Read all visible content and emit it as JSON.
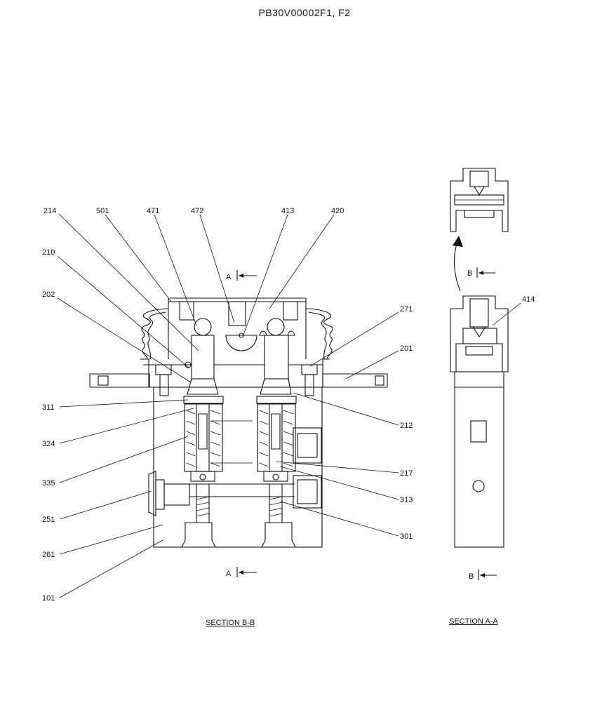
{
  "title": "PB30V00002F1, F2",
  "section_bb": "SECTION  B-B",
  "section_aa": "SECTION  A-A",
  "cut_a": "A",
  "cut_b": "B",
  "labels": {
    "p214": "214",
    "p501": "501",
    "p471": "471",
    "p472": "472",
    "p413": "413",
    "p420": "420",
    "p210": "210",
    "p202": "202",
    "p271": "271",
    "p201": "201",
    "p311": "311",
    "p212": "212",
    "p324": "324",
    "p335": "335",
    "p217": "217",
    "p313": "313",
    "p251": "251",
    "p261": "261",
    "p301": "301",
    "p101": "101",
    "p414": "414"
  }
}
